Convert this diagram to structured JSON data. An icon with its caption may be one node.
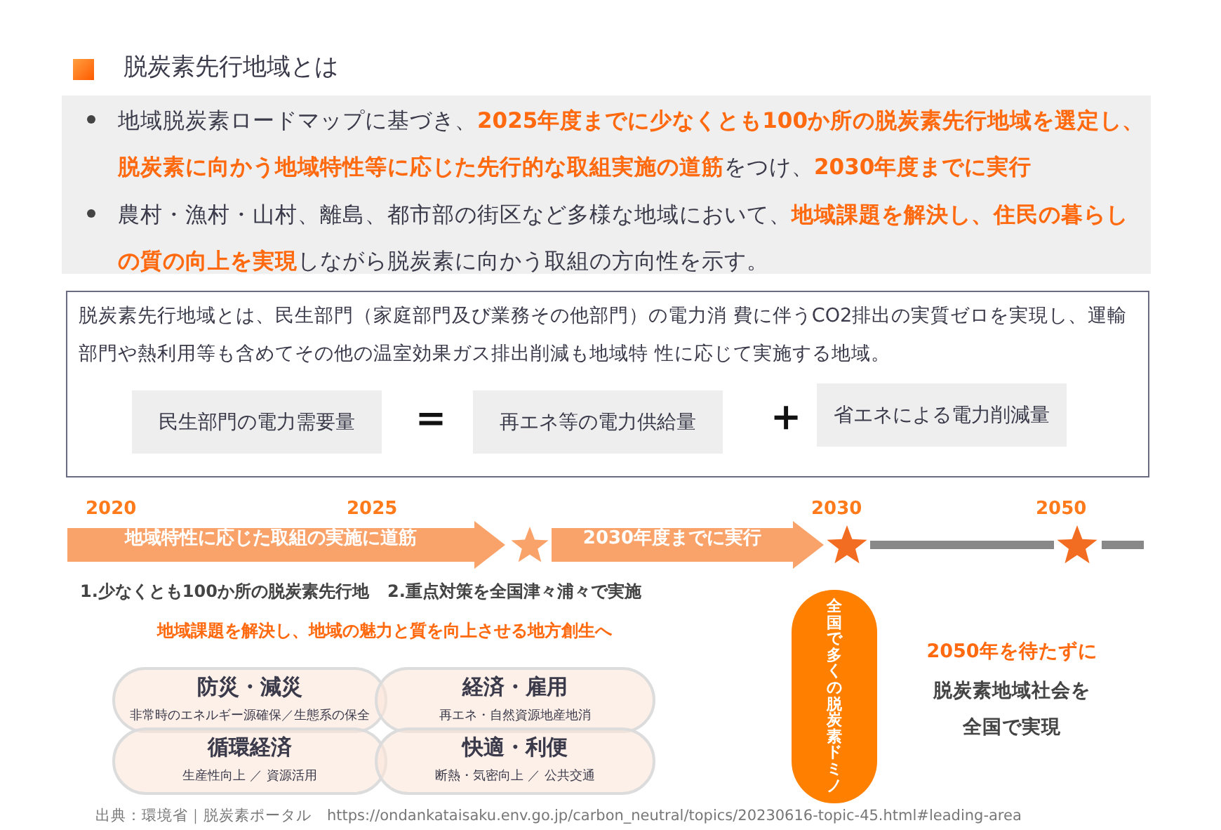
{
  "diagram": {
    "title": "脱炭素先行地域とは",
    "caption": "出典：環境省｜脱炭素ポータル　https://ondankataisaku.env.go.jp/carbon_neutral/topics/20230616-topic-45.html#leading-area",
    "nodes": [
      {
        "text": [
          "地域脱炭素ロードマップに基づき、**2025年度までに少なくとも100か所の脱炭素先行地域を選定し、脱炭素に向かう地域特性等に応じた先行的な取組実施の道筋**をつけ、**2030年度までに実行**",
          "農村・漁村・山村、離島、都市部の街区など多様な地域において、**地域課題を解決し、住民の暮らしの質の向上を実現**しながら脱炭素に向かう取組の方向性を示す。"
        ]
      },
      {
        "text": [
          "脱炭素先行地域とは、民生部門（家庭部門及び業務その他部門）の電力消 費に伴うCO2排出の実質ゼロを実現し、運輸部門や熱利用等も含めてその他の温室効果ガス排出削減も地域特 性に応じて実施する地域。"
        ]
      },
      {
        "text": [
          "民生部門の電力需要量"
        ],
        "in": 1
      },
      {
        "text": [
          "再エネ等の電力供給量"
        ],
        "in": 1
      },
      {
        "text": [
          "省エネによる電力削減量"
        ],
        "in": 1
      },
      {
        "text": [],
        "shape": "star"
      },
      {
        "text": [],
        "shape": "star"
      },
      {
        "text": [],
        "shape": "star"
      },
      {
        "text": [
          "全国で多くの脱炭素ドミノ"
        ]
      },
      {
        "text": [
          "防災・減災",
          "非常時のエネルギー源確保／生態系の保全"
        ]
      },
      {
        "text": [
          "経済・雇用",
          "再エネ・自然資源地産地消"
        ]
      },
      {
        "text": [
          "循環経済",
          "生産性向上 ／ 資源活用"
        ]
      },
      {
        "text": [
          "快適・利便",
          "断熱・気密向上 ／ 公共交通"
        ]
      }
    ],
    "edges": [
      {
        "from": null,
        "to": 5,
        "arrow": "to",
        "label": "地域特性に応じた取組の実施に道筋",
        "style": "thick",
        "color": "#f9a36b"
      },
      {
        "from": 5,
        "to": 6,
        "arrow": "to",
        "label": "2030年度までに実行",
        "style": "thick",
        "color": "#f9a36b"
      },
      {
        "from": 6,
        "to": 7,
        "arrow": "none",
        "color": "#888888"
      },
      {
        "from": 7,
        "to": null,
        "arrow": "none",
        "color": "#888888"
      }
    ],
    "labels": [
      "＝",
      "＋",
      "2020",
      "2025",
      "2030",
      "2050",
      "1.少なくとも100か所の脱炭素先行地",
      "2.重点対策を全国津々浦々で実施",
      "地域課題を解決し、地域の魅力と質を向上させる地方創生へ",
      "2050年を待たずに",
      "脱炭素地域社会を全国で実現"
    ]
  }
}
